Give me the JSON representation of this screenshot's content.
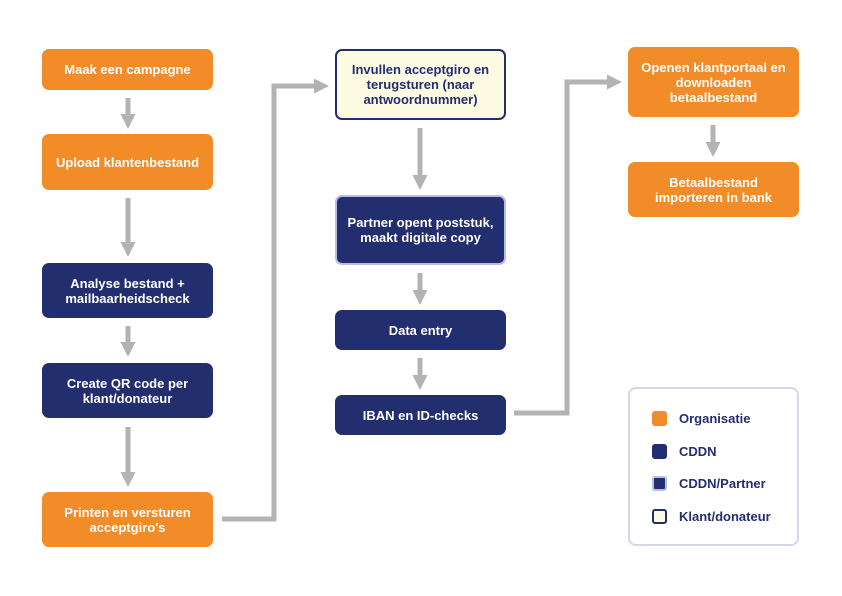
{
  "colors": {
    "organisatie": "#f28c28",
    "cddn": "#232e6e",
    "cddn_partner_border": "#b9bde3",
    "klant_fill": "#fefbe3",
    "connector": "#b3b3b3"
  },
  "column1": {
    "campagne": "Maak een campagne",
    "upload": "Upload klantenbestand",
    "analyse": "Analyse bestand + mailbaarheidscheck",
    "qr": "Create QR code per klant/donateur",
    "printen": "Printen en versturen acceptgiro's"
  },
  "column2": {
    "invullen": "Invullen acceptgiro en terugsturen (naar antwoordnummer)",
    "partner": "Partner opent poststuk, maakt digitale copy",
    "data_entry": "Data entry",
    "iban": "IBAN en ID-checks"
  },
  "column3": {
    "openen": "Openen klantportaal en downloaden betaalbestand",
    "importeren": "Betaalbestand importeren in bank"
  },
  "legend": {
    "organisatie": "Organisatie",
    "cddn": "CDDN",
    "cddn_partner": "CDDN/Partner",
    "klant": "Klant/donateur"
  }
}
